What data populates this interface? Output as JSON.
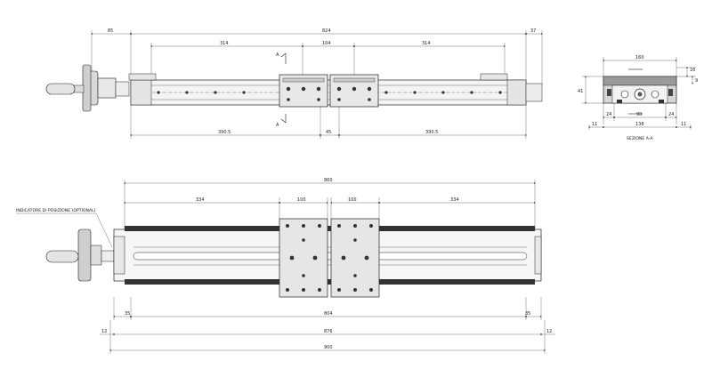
{
  "top_view": {
    "dims_top": [
      "85",
      "824",
      "37"
    ],
    "dims_inner": [
      "314",
      "104",
      "314"
    ],
    "dims_bottom": [
      "390.5",
      "45",
      "390.5"
    ],
    "section_marks": [
      "A",
      "A"
    ]
  },
  "section_view": {
    "dims": [
      "160",
      "41",
      "16",
      "9",
      "24",
      "90",
      "24",
      "138",
      "11",
      "11"
    ],
    "label": "SEZIONE A-A"
  },
  "bottom_view": {
    "position_indicator_label": "INDICATORE DI POSIZIONE (OPTIONAL)",
    "dims_top": [
      "860",
      "334",
      "100",
      "100",
      "334"
    ],
    "dims_mid": [
      "35",
      "804",
      "35"
    ],
    "dims_lower": [
      "12",
      "876",
      "12"
    ],
    "dims_total": [
      "900"
    ]
  }
}
